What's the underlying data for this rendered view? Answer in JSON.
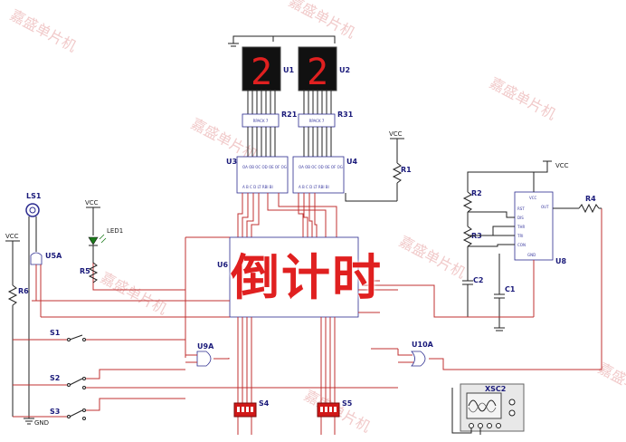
{
  "title": "倒计时",
  "watermark": "嘉盛单片机",
  "displays": [
    {
      "ref": "U1",
      "digit": "2"
    },
    {
      "ref": "U2",
      "digit": "2"
    }
  ],
  "resistor_packs": [
    {
      "ref": "R21",
      "text": "RPACK 7"
    },
    {
      "ref": "R31",
      "text": "RPACK 7"
    }
  ],
  "labels": {
    "U3": "U3",
    "U4": "U4",
    "U6": "U6",
    "U8": "U8",
    "U5A": "U5A",
    "U9A": "U9A",
    "U10A": "U10A",
    "LS1": "LS1",
    "LED1": "LED1",
    "R1": "R1",
    "R2": "R2",
    "R3": "R3",
    "R4": "R4",
    "R5": "R5",
    "R6": "R6",
    "C1": "C1",
    "C2": "C2",
    "S1": "S1",
    "S2": "S2",
    "S3": "S3",
    "S4": "S4",
    "S5": "S5",
    "XSC2": "XSC2",
    "GND": "GND"
  },
  "vcc": [
    "VCC",
    "VCC",
    "VCC",
    "VCC"
  ],
  "timer_pins": [
    "VCC",
    "RST",
    "DIS",
    "THR",
    "TRI",
    "CON",
    "GND",
    "OUT"
  ],
  "colors": {
    "wire_red": "#c03030",
    "wire_black": "#222222",
    "component_blue": "#2b2b8f",
    "display_bg": "#111111",
    "segment_red": "#e02020",
    "switch_red": "#d01818",
    "title_red": "#e02020",
    "watermark": "#e6a0a0"
  }
}
